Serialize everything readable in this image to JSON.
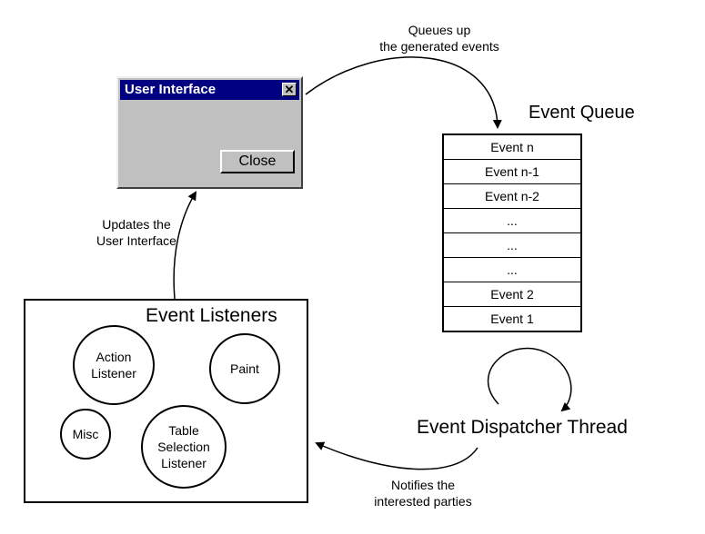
{
  "user_interface_window": {
    "title": "User Interface",
    "close_icon": "close-icon",
    "close_button_label": "Close"
  },
  "event_queue": {
    "title": "Event Queue",
    "rows": [
      "Event n",
      "Event n-1",
      "Event n-2",
      "...",
      "...",
      "...",
      "Event 2",
      "Event 1"
    ]
  },
  "event_listeners": {
    "title": "Event Listeners",
    "action_listener": [
      "Action",
      "Listener"
    ],
    "paint": "Paint",
    "misc": "Misc",
    "table_selection_listener": [
      "Table",
      "Selection",
      "Listener"
    ]
  },
  "dispatcher": {
    "title": "Event Dispatcher Thread"
  },
  "annotations": {
    "queues_up": [
      "Queues up",
      "the generated events"
    ],
    "updates_ui": [
      "Updates the",
      "User Interface"
    ],
    "notifies": [
      "Notifies the",
      "interested parties"
    ]
  }
}
